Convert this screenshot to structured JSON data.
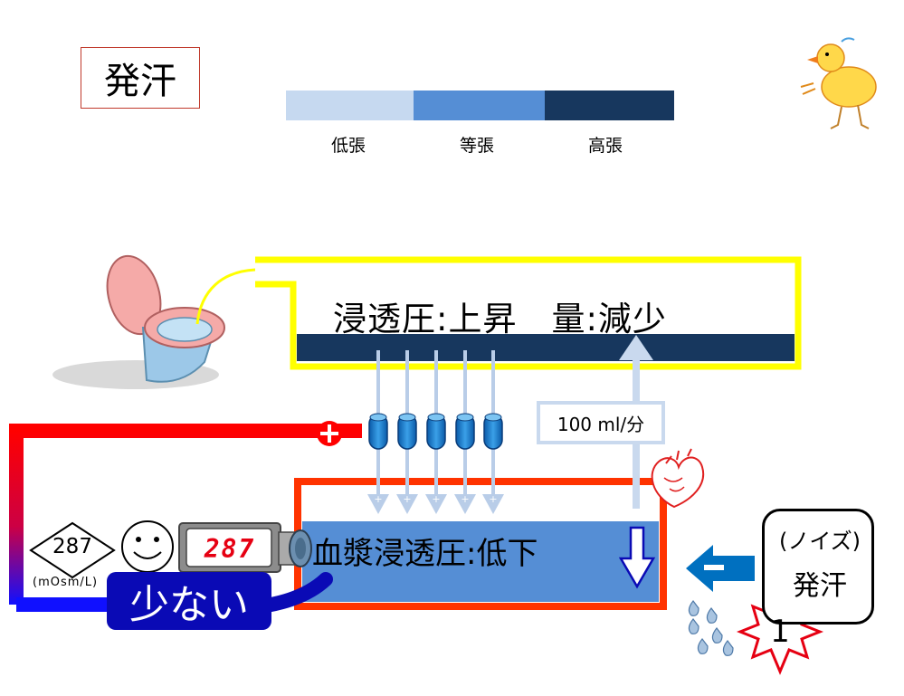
{
  "title": "発汗",
  "legend": {
    "items": [
      {
        "label": "低張",
        "color": "#c6d9f0"
      },
      {
        "label": "等張",
        "color": "#558ed5"
      },
      {
        "label": "高張",
        "color": "#17375e"
      }
    ]
  },
  "kidney": {
    "title": "浸透圧:上昇　量:減少",
    "flow_label": "100 ml/分"
  },
  "plasma": {
    "label": "血漿浸透圧:低下"
  },
  "sensor": {
    "diamond_value": "287",
    "unit": "(mOsm/L)",
    "meter_value": "287",
    "low_label": "少ない"
  },
  "noise": {
    "line1": "(ノイズ)",
    "line2": "発汗",
    "badge": "1"
  },
  "colors": {
    "yellow_border": "#ffff00",
    "red_border": "#ff3300",
    "plasma_fill": "#558ed5",
    "kidney_bar": "#17375e",
    "arrow_blue": "#0070c0"
  }
}
